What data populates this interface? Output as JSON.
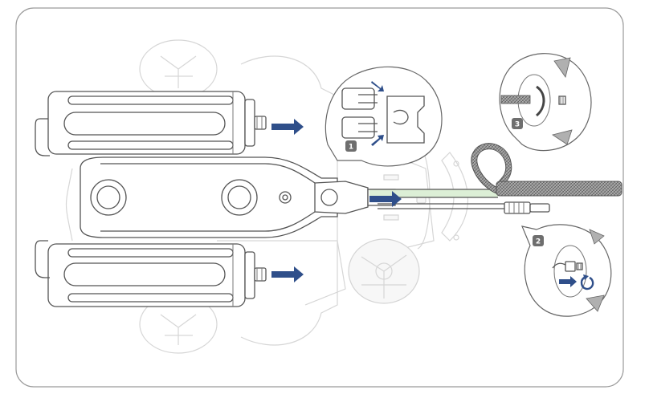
{
  "steps": [
    {
      "number": "1"
    },
    {
      "number": "2"
    },
    {
      "number": "3"
    }
  ],
  "colors": {
    "arrow": "#2f4f8a",
    "tether_highlight": "#dcefd6",
    "outline": "#555555",
    "ghost": "#d6d6d6"
  },
  "icons": [
    "arrow-right-icon",
    "rotate-cw-icon"
  ]
}
